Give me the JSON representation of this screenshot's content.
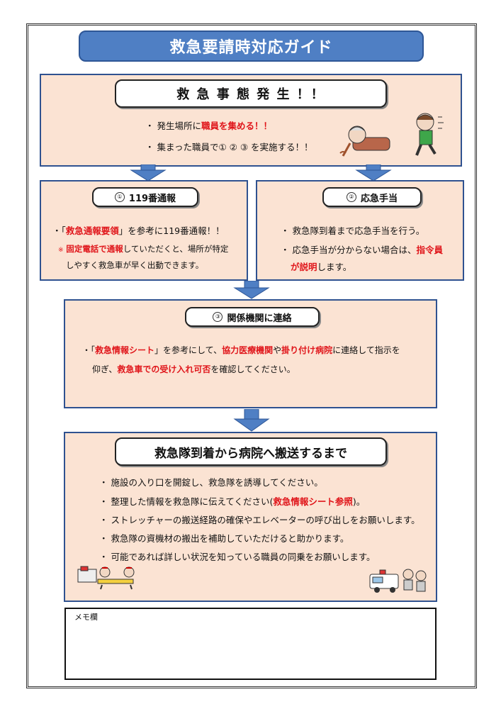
{
  "title": "救急要請時対応ガイド",
  "emergency": {
    "heading": "救 急 事 態 発 生 ！！",
    "bullet1_pre": "・ 発生場所に",
    "bullet1_red": "職員を集める！！",
    "bullet2": "・ 集まった職員で① ② ③ を実施する！！"
  },
  "call119": {
    "number": "①",
    "heading": "119番通報",
    "line1_pre": "・「",
    "line1_red": "救急通報要領",
    "line1_post": "」を参考に119番通報！！",
    "note_mark": "※",
    "note_red": "固定電話で通報",
    "note_post": "していただくと、場所が特定",
    "note_line2": "しやすく救急車が早く出動できます。"
  },
  "firstaid": {
    "number": "②",
    "heading": "応急手当",
    "line1": "・ 救急隊到着まで応急手当を行う。",
    "line2_pre": "・ 応急手当が分からない場合は、",
    "line2_red": "指令員",
    "line3_red": "が説明",
    "line3_post": "します。"
  },
  "contact": {
    "number": "③",
    "heading": "関係機関に連絡",
    "l1_a": "・「",
    "l1_red1": "救急情報シート",
    "l1_b": "」を参考にして、",
    "l1_red2": "協力医療機関",
    "l1_c": "や",
    "l1_red3": "掛り付け病院",
    "l1_d": "に連絡して指示を",
    "l2_a": "仰ぎ、",
    "l2_red": "救急車での受け入れ可否",
    "l2_b": "を確認してください。"
  },
  "transport": {
    "heading": "救急隊到着から病院へ搬送するまで",
    "items": [
      "・ 施設の入り口を開錠し、救急隊を誘導してください。",
      "・ 整理した情報を救急隊に伝えてください(",
      "・ ストレッチャーの搬送経路の確保やエレベーターの呼び出しをお願いします。",
      "・ 救急隊の資機材の搬出を補助していただけると助かります。",
      "・ 可能であれば詳しい状況を知っている職員の同乗をお願いします。"
    ],
    "item2_red": "救急情報シート参照",
    "item2_post": ")。"
  },
  "memo_label": "メモ欄",
  "colors": {
    "banner": "#4f7fc4",
    "panel": "#fbe3d3",
    "border": "#2f5290",
    "emphasis": "#e0161b"
  }
}
